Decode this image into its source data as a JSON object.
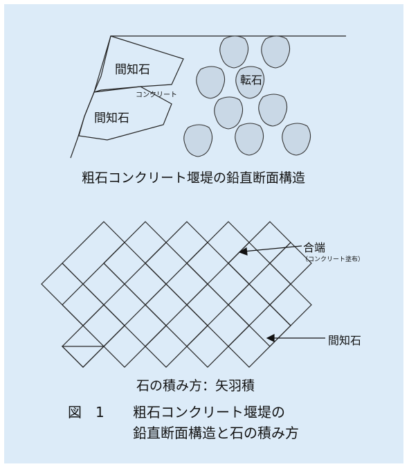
{
  "cross_section": {
    "label_upper_stone": "間知石",
    "label_lower_stone": "間知石",
    "label_concrete": "コンクリート",
    "label_boulders": "転石",
    "caption": "粗石コンクリート堰堤の鉛直断面構造"
  },
  "masonry": {
    "label_joint": "合端",
    "label_joint_note": "（コンクリート塗布）",
    "label_stone": "間知石",
    "caption": "石の積み方：矢羽積"
  },
  "figure": {
    "number": "図　1",
    "title_line1": "粗石コンクリート堰堤の",
    "title_line2": "鉛直断面構造と石の積み方"
  },
  "colors": {
    "panel": "#dcebf8",
    "boulder_fill": "#c9d8e6",
    "line": "#222222"
  }
}
